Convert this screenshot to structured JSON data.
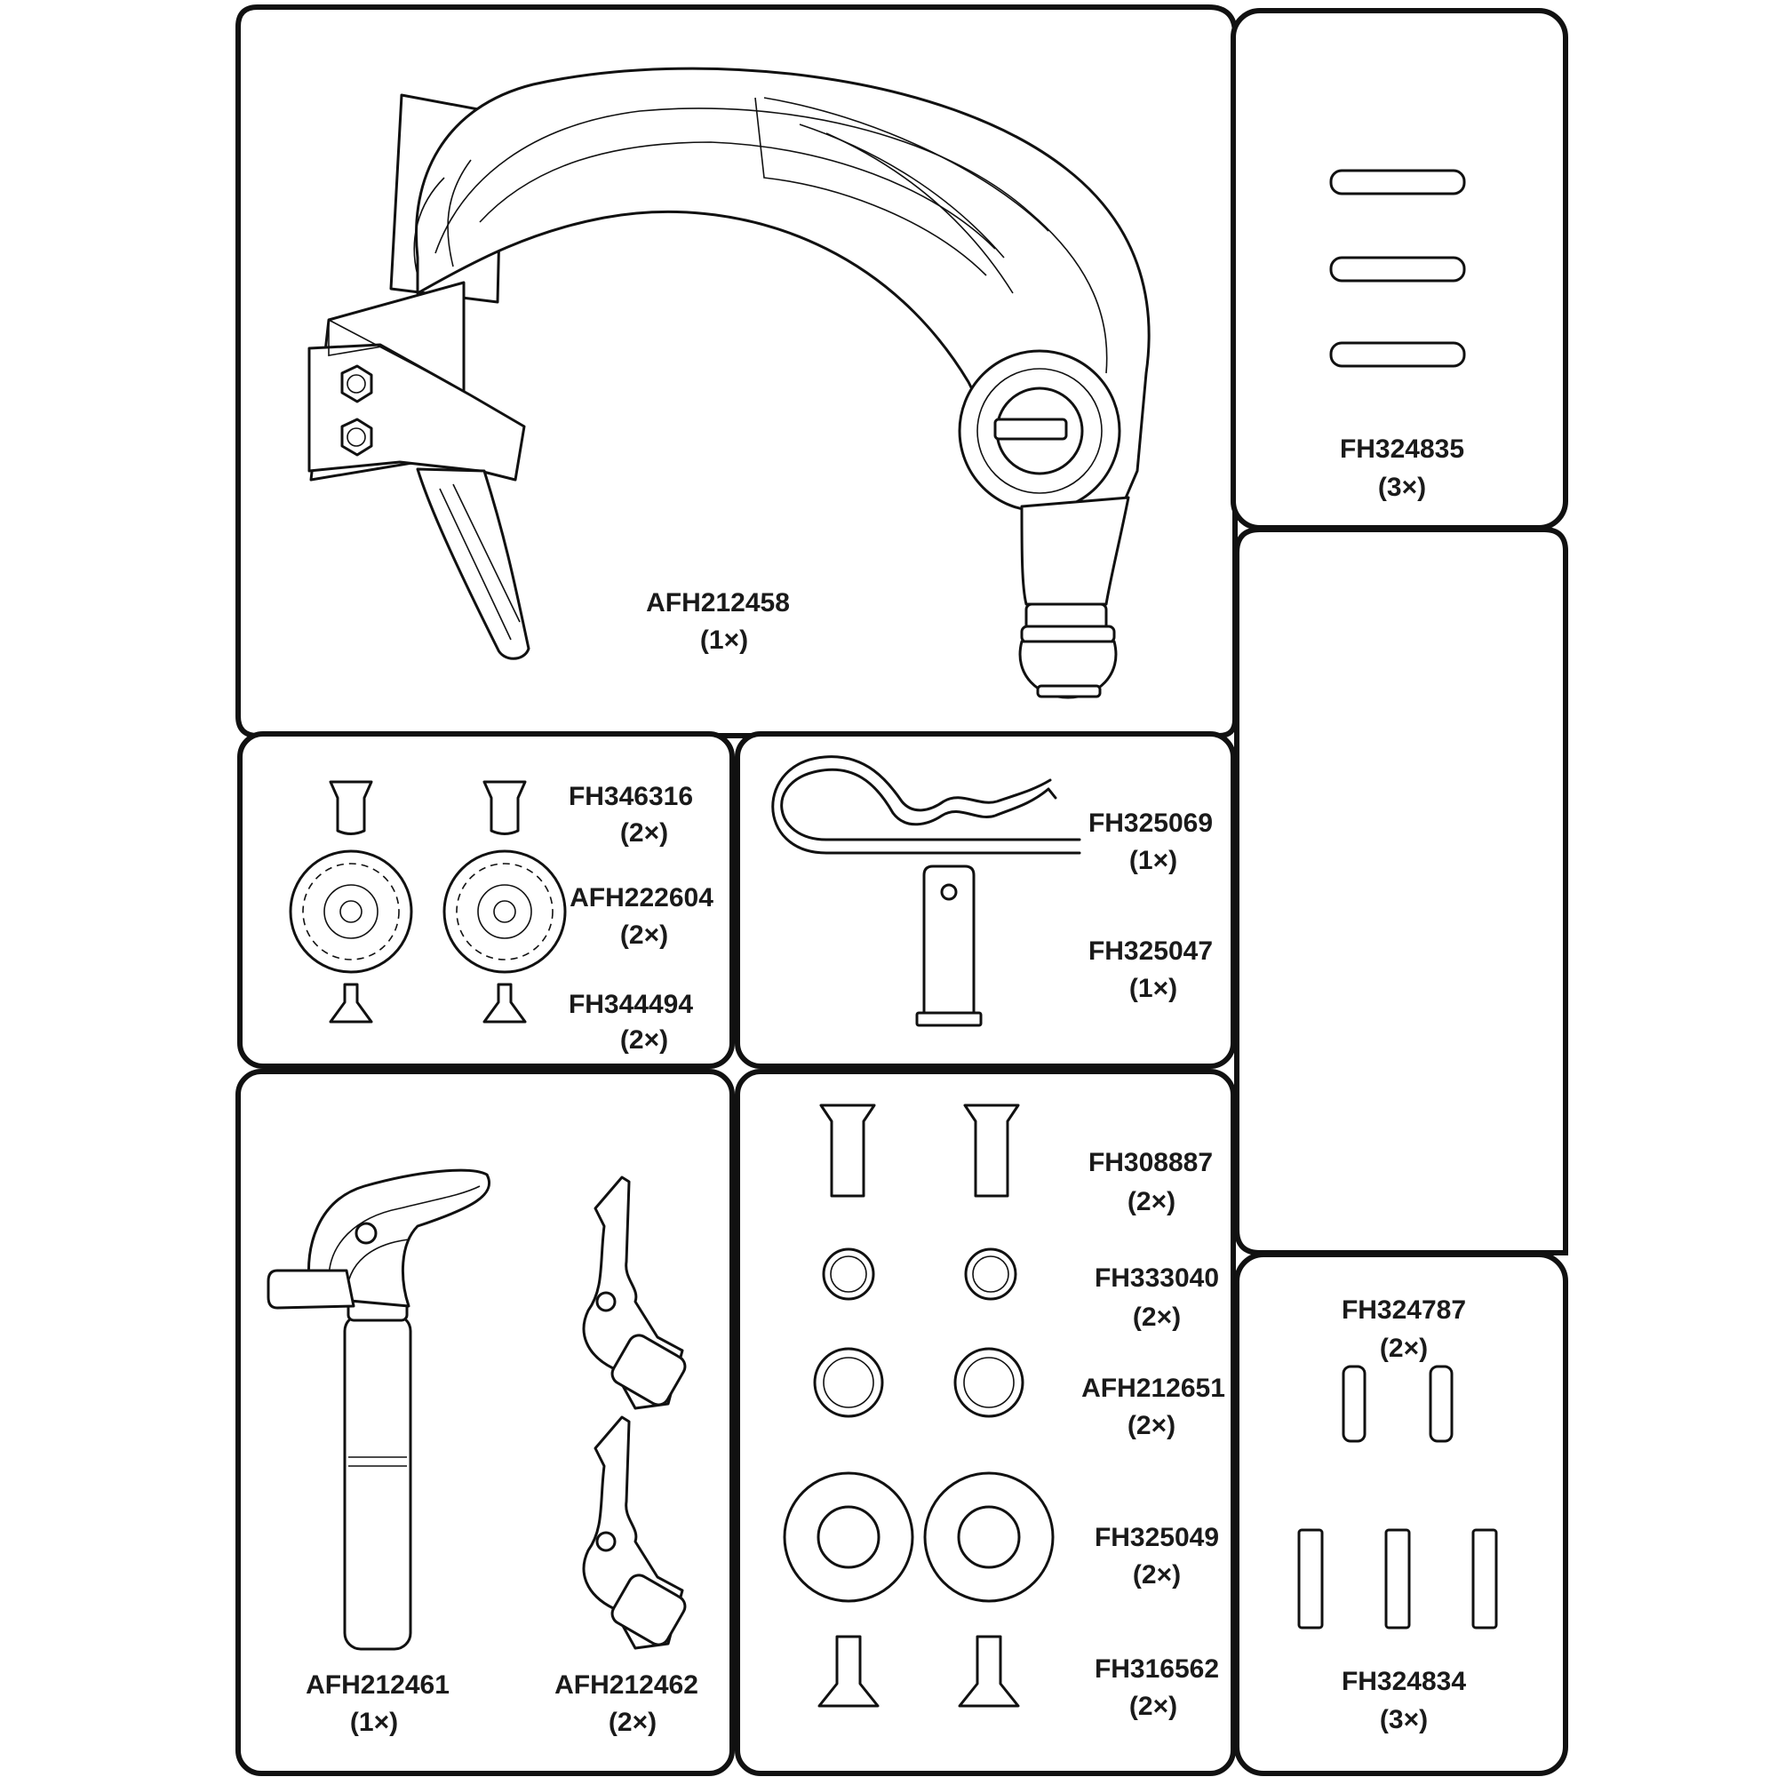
{
  "parts": [
    {
      "code": "AFH212458",
      "qty": "(1×)"
    },
    {
      "code": "FH324835",
      "qty": "(3×)"
    },
    {
      "code": "FH346316",
      "qty": "(2×)"
    },
    {
      "code": "AFH222604",
      "qty": "(2×)"
    },
    {
      "code": "FH344494",
      "qty": "(2×)"
    },
    {
      "code": "FH325069",
      "qty": "(1×)"
    },
    {
      "code": "FH325047",
      "qty": "(1×)"
    },
    {
      "code": "AFH212461",
      "qty": "(1×)"
    },
    {
      "code": "AFH212462",
      "qty": "(2×)"
    },
    {
      "code": "FH308887",
      "qty": "(2×)"
    },
    {
      "code": "FH333040",
      "qty": "(2×)"
    },
    {
      "code": "AFH212651",
      "qty": "(2×)"
    },
    {
      "code": "FH325049",
      "qty": "(2×)"
    },
    {
      "code": "FH316562",
      "qty": "(2×)"
    },
    {
      "code": "FH324787",
      "qty": "(2×)"
    },
    {
      "code": "FH324834",
      "qty": "(3×)"
    }
  ]
}
